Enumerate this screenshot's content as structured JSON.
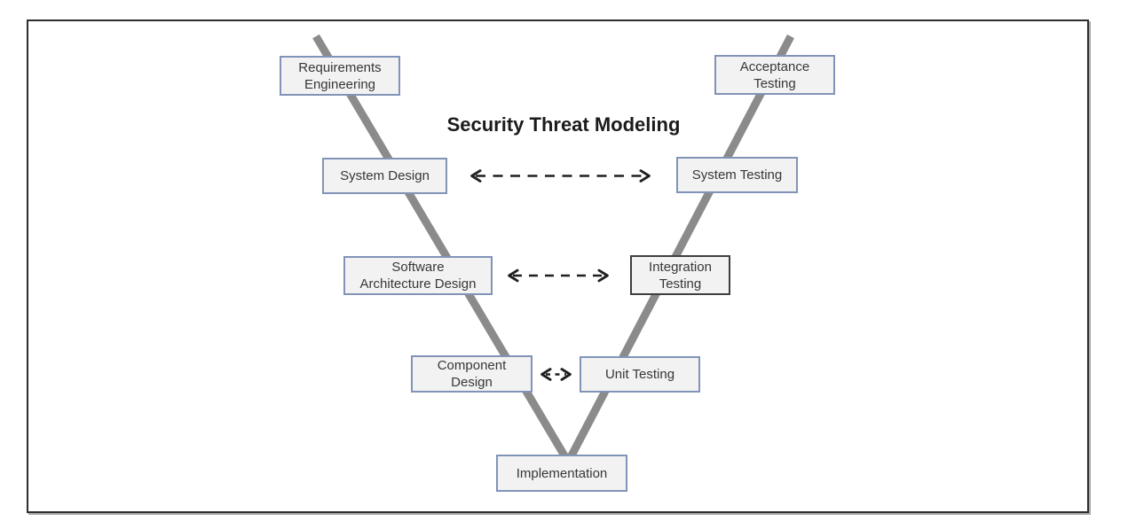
{
  "title": "Security Threat Modeling",
  "boxes": [
    {
      "id": "requirements-engineering",
      "label": "Requirements\nEngineering"
    },
    {
      "id": "system-design",
      "label": "System Design"
    },
    {
      "id": "software-architecture-design",
      "label": "Software\nArchitecture Design"
    },
    {
      "id": "component-design",
      "label": "Component\nDesign"
    },
    {
      "id": "implementation",
      "label": "Implementation"
    },
    {
      "id": "unit-testing",
      "label": "Unit Testing"
    },
    {
      "id": "integration-testing",
      "label": "Integration\nTesting"
    },
    {
      "id": "system-testing",
      "label": "System Testing"
    },
    {
      "id": "acceptance-testing",
      "label": "Acceptance\nTesting"
    }
  ],
  "connectors": [
    {
      "from": "System Design",
      "to": "System Testing",
      "style": "dashed-double-arrow"
    },
    {
      "from": "Software Architecture Design",
      "to": "Integration Testing",
      "style": "dashed-double-arrow"
    },
    {
      "from": "Component Design",
      "to": "Unit Testing",
      "style": "dashed-double-arrow"
    }
  ],
  "colors": {
    "box_fill": "#f2f2f2",
    "box_border_blue": "#8194b8",
    "box_border_dark": "#3f3f3f",
    "v_line_gray": "#8b8b8b",
    "arrow_black": "#1f1f1f",
    "frame_border": "#2e2e2e"
  }
}
